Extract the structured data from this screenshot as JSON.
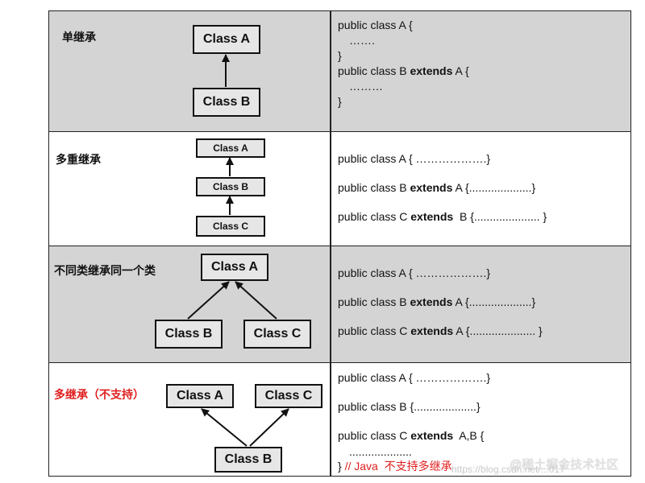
{
  "rows": [
    {
      "label": "单继承",
      "boxes": [
        "Class A",
        "Class B"
      ],
      "code": [
        {
          "pre": "public class A {",
          "kw": "",
          "post": ""
        },
        {
          "pre": "…….",
          "kw": "",
          "post": ""
        },
        {
          "pre": "}",
          "kw": "",
          "post": ""
        },
        {
          "pre": "public class B ",
          "kw": "extends",
          "post": " A {"
        },
        {
          "pre": "………",
          "kw": "",
          "post": ""
        },
        {
          "pre": "}",
          "kw": "",
          "post": ""
        }
      ]
    },
    {
      "label": "多重继承",
      "boxes": [
        "Class A",
        "Class B",
        "Class C"
      ],
      "code": [
        {
          "pre": "public class A { ……………….}",
          "kw": "",
          "post": ""
        },
        {
          "pre": "public class B ",
          "kw": "extends",
          "post": " A {....................}"
        },
        {
          "pre": "public class C ",
          "kw": "extends",
          "post": "  B {..................... }"
        }
      ]
    },
    {
      "label": "不同类继承同一个类",
      "boxes": [
        "Class A",
        "Class B",
        "Class C"
      ],
      "code": [
        {
          "pre": "public class A { ……………….}",
          "kw": "",
          "post": ""
        },
        {
          "pre": "public class B ",
          "kw": "extends",
          "post": " A {....................}"
        },
        {
          "pre": "public class C ",
          "kw": "extends",
          "post": " A {..................... }"
        }
      ]
    },
    {
      "label": "多继承（不支持）",
      "boxes": [
        "Class A",
        "Class C",
        "Class B"
      ],
      "code": [
        {
          "pre": "public class A { ……………….}",
          "kw": "",
          "post": ""
        },
        {
          "pre": "public class B {....................}",
          "kw": "",
          "post": ""
        },
        {
          "pre": "public class C ",
          "kw": "extends",
          "post": "  A,B {"
        },
        {
          "pre": "....................",
          "kw": "",
          "post": ""
        }
      ],
      "last_line_brace": "}",
      "last_line_comment": " // Java  不支持多继承"
    }
  ],
  "watermark_site": "@稀土掘金技术社区",
  "watermark_blog": "https://blog.csdn.net/...017"
}
